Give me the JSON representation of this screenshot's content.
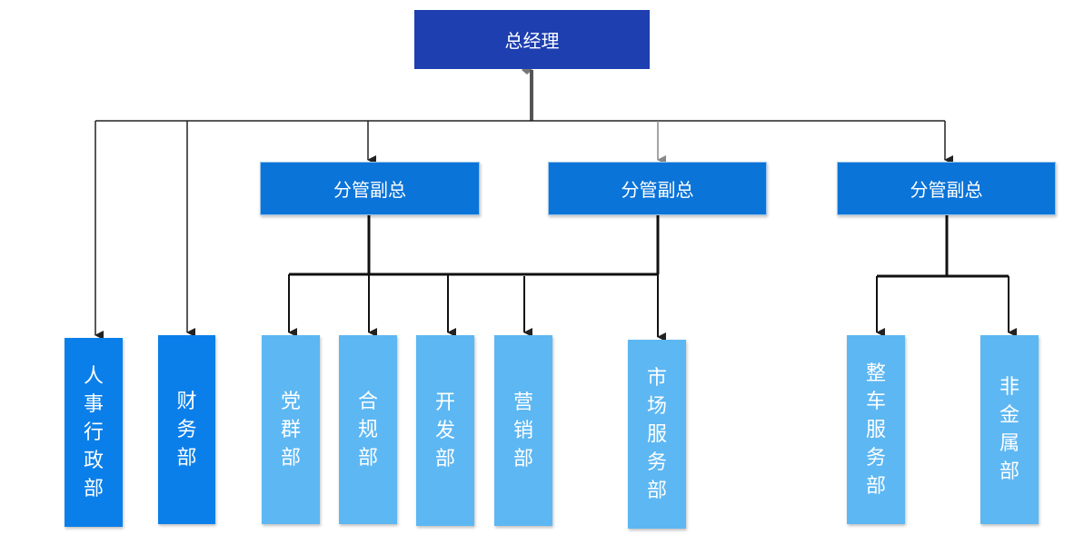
{
  "general_manager": {
    "label": "总经理"
  },
  "vice_presidents": [
    {
      "label": "分管副总"
    },
    {
      "label": "分管副总"
    },
    {
      "label": "分管副总"
    }
  ],
  "departments": [
    {
      "label": "人事行政部"
    },
    {
      "label": "财务部"
    },
    {
      "label": "党群部"
    },
    {
      "label": "合规部"
    },
    {
      "label": "开发部"
    },
    {
      "label": "营销部"
    },
    {
      "label": "市场服务部"
    },
    {
      "label": "整车服务部"
    },
    {
      "label": "非金属部"
    }
  ],
  "colors": {
    "general_manager": "#1d3fb0",
    "vice_president": "#0b74d8",
    "department_dark": "#0a7fea",
    "department_light": "#5db7f3",
    "connector": "#222222",
    "connector_gray": "#888888"
  }
}
